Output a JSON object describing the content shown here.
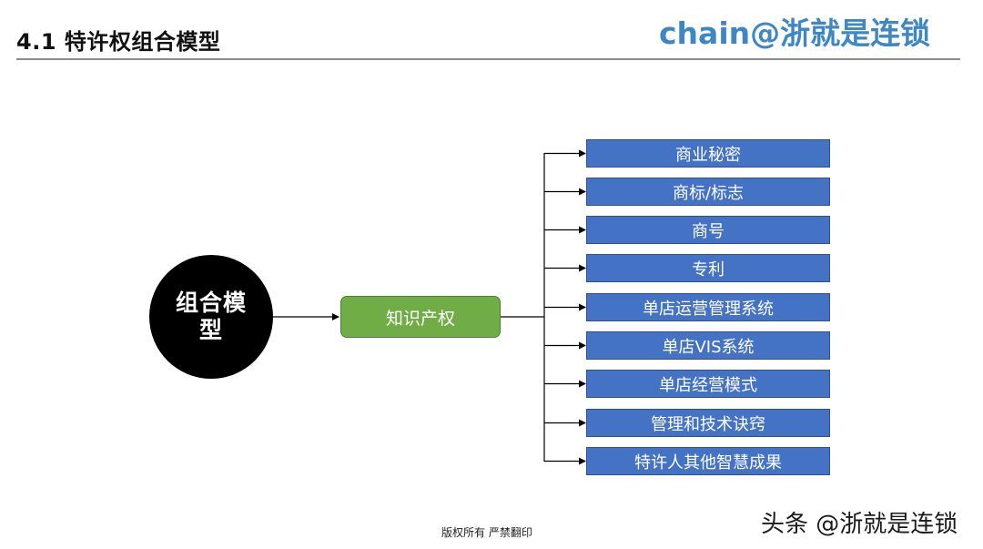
{
  "header": {
    "title": "4.1  特许权组合模型",
    "brand": "chain@浙就是连锁"
  },
  "diagram": {
    "root_label": "组合模型",
    "middle_label": "知识产权",
    "items": [
      "商业秘密",
      "商标/标志",
      "商号",
      "专利",
      "单店运营管理系统",
      "单店VIS系统",
      "单店经营模式",
      "管理和技术诀窍",
      "特许人其他智慧成果"
    ],
    "colors": {
      "root": "#000000",
      "middle": "#70ad47",
      "items": "#4472c4"
    }
  },
  "footer": {
    "copyright": "版权所有  严禁翻印",
    "watermark": "头条 @浙就是连锁"
  }
}
